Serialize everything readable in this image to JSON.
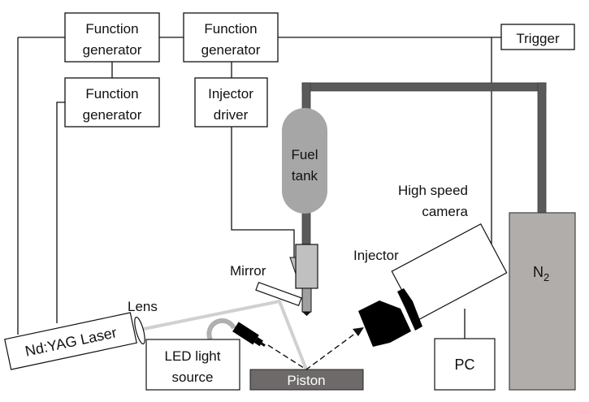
{
  "title": "Experimental setup schematic",
  "labels": {
    "function_generator_1": [
      "Function",
      "generator"
    ],
    "function_generator_2": [
      "Function",
      "generator"
    ],
    "function_generator_3": [
      "Function",
      "generator"
    ],
    "injector_driver": [
      "Injector",
      "driver"
    ],
    "trigger": "Trigger",
    "fuel_tank": [
      "Fuel",
      "tank"
    ],
    "high_speed_camera": [
      "High speed",
      "camera"
    ],
    "injector": "Injector",
    "mirror": "Mirror",
    "lens": "Lens",
    "laser": "Nd:YAG Laser",
    "led_light_source": [
      "LED light",
      "source"
    ],
    "piston": "Piston",
    "pc": "PC",
    "n2_main": "N",
    "n2_sub": "2"
  },
  "colors": {
    "line": "#111111",
    "pipe": "#5a5a5a",
    "tank": "#a6a6a6",
    "injector_body": "#c0c0c0",
    "n2_cylinder": "#b0adab",
    "piston": "#6e6a69",
    "beam": "#d0d0d0",
    "camera_lens": "#000000"
  }
}
